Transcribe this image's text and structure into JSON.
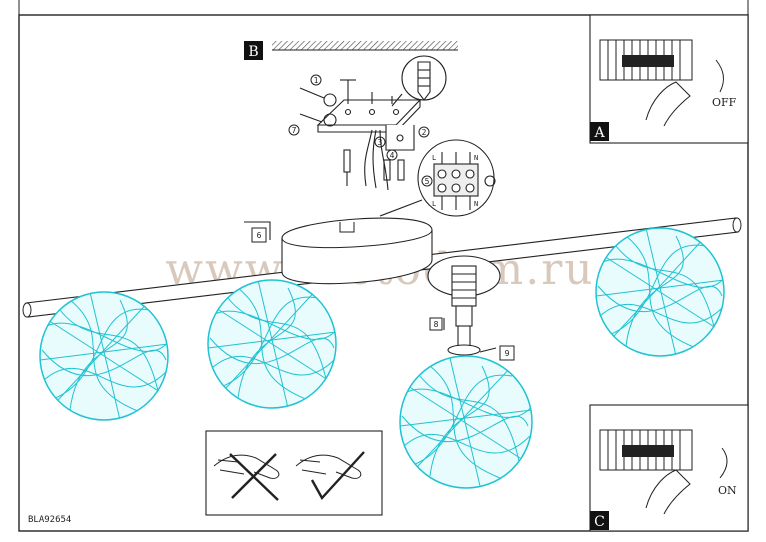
{
  "sheet": {
    "code": "BLA92654",
    "watermark": "www.svetodom.ru"
  },
  "panels": {
    "B": {
      "label": "B"
    },
    "A": {
      "label": "A",
      "switch_text": "OFF"
    },
    "C": {
      "label": "C",
      "switch_text": "ON"
    }
  },
  "steps": [
    "1",
    "2",
    "3",
    "4",
    "5",
    "6",
    "7",
    "8",
    "9"
  ],
  "terminal": {
    "top_labels": [
      "L",
      "N"
    ],
    "bottom_labels": [
      "L",
      "N"
    ]
  },
  "colors": {
    "shade": "#1fc3d2",
    "line": "#222222",
    "watermark": "#d9c9bd"
  }
}
